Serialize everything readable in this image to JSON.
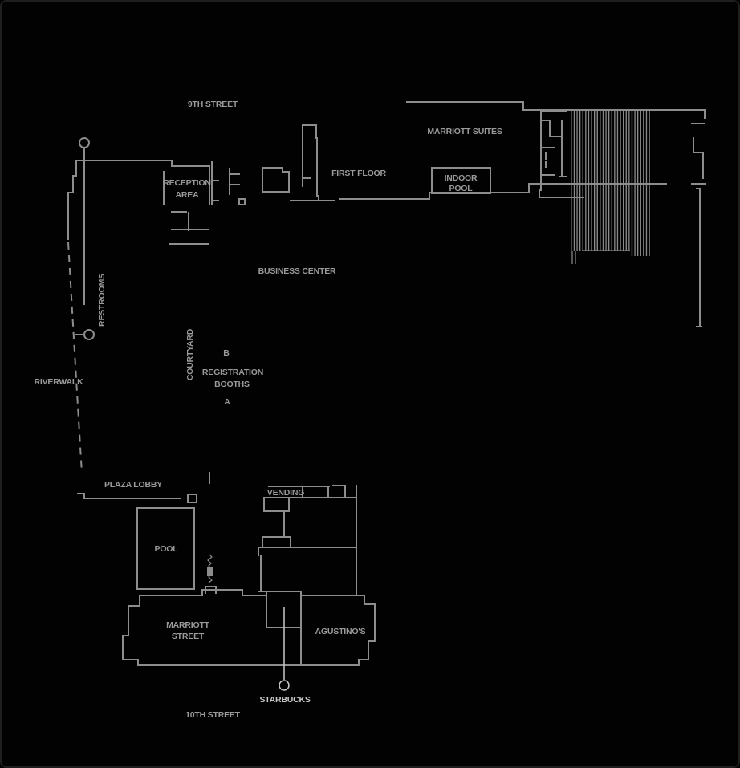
{
  "plan": {
    "colors": {
      "background": "#020202",
      "line": "#8d8d8d",
      "label": "#9a9a9a",
      "highlight": "#c9c9c9",
      "border": "#1f1f1f"
    },
    "streets": {
      "top": "9TH STREET",
      "bottom": "10TH STREET"
    },
    "labels": {
      "marriott_suites": "MARRIOTT SUITES",
      "first_floor": "FIRST FLOOR",
      "indoor_pool_line1": "INDOOR",
      "indoor_pool_line2": "POOL",
      "reception_line1": "RECEPTION",
      "reception_line2": "AREA",
      "business_center": "BUSINESS CENTER",
      "restrooms": "RESTROOMS",
      "courtyard": "COURTYARD",
      "registration_line1": "REGISTRATION",
      "registration_line2": "BOOTHS",
      "booth_b": "B",
      "booth_a": "A",
      "riverwalk": "RIVERWALK",
      "plaza_lobby": "PLAZA LOBBY",
      "vending": "VENDING",
      "pool": "POOL",
      "marriott_street_line1": "MARRIOTT",
      "marriott_street_line2": "STREET",
      "agustinos": "AGUSTINO'S",
      "starbucks": "STARBUCKS"
    }
  }
}
